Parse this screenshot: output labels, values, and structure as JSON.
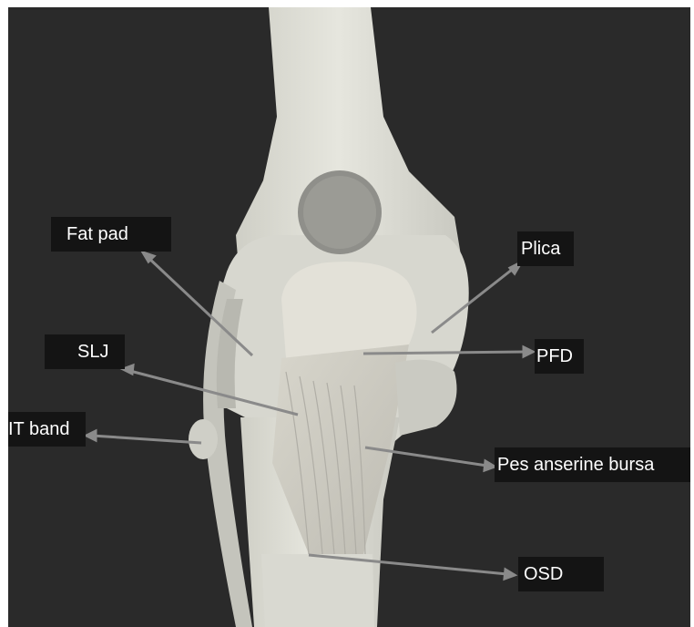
{
  "figure": {
    "subject": "knee-model",
    "labels": {
      "fat_pad": "Fat pad",
      "plica": "Plica",
      "slj": "SLJ",
      "pfd": "PFD",
      "it_band": "IT band",
      "pes_anserine_bursa": "Pes anserine bursa",
      "osd": "OSD"
    },
    "colors": {
      "background": "#2a2a2a",
      "bone": "#dcdcd4",
      "label_box": "#141414",
      "label_text": "#ffffff",
      "arrow": "#8a8a8a"
    }
  }
}
